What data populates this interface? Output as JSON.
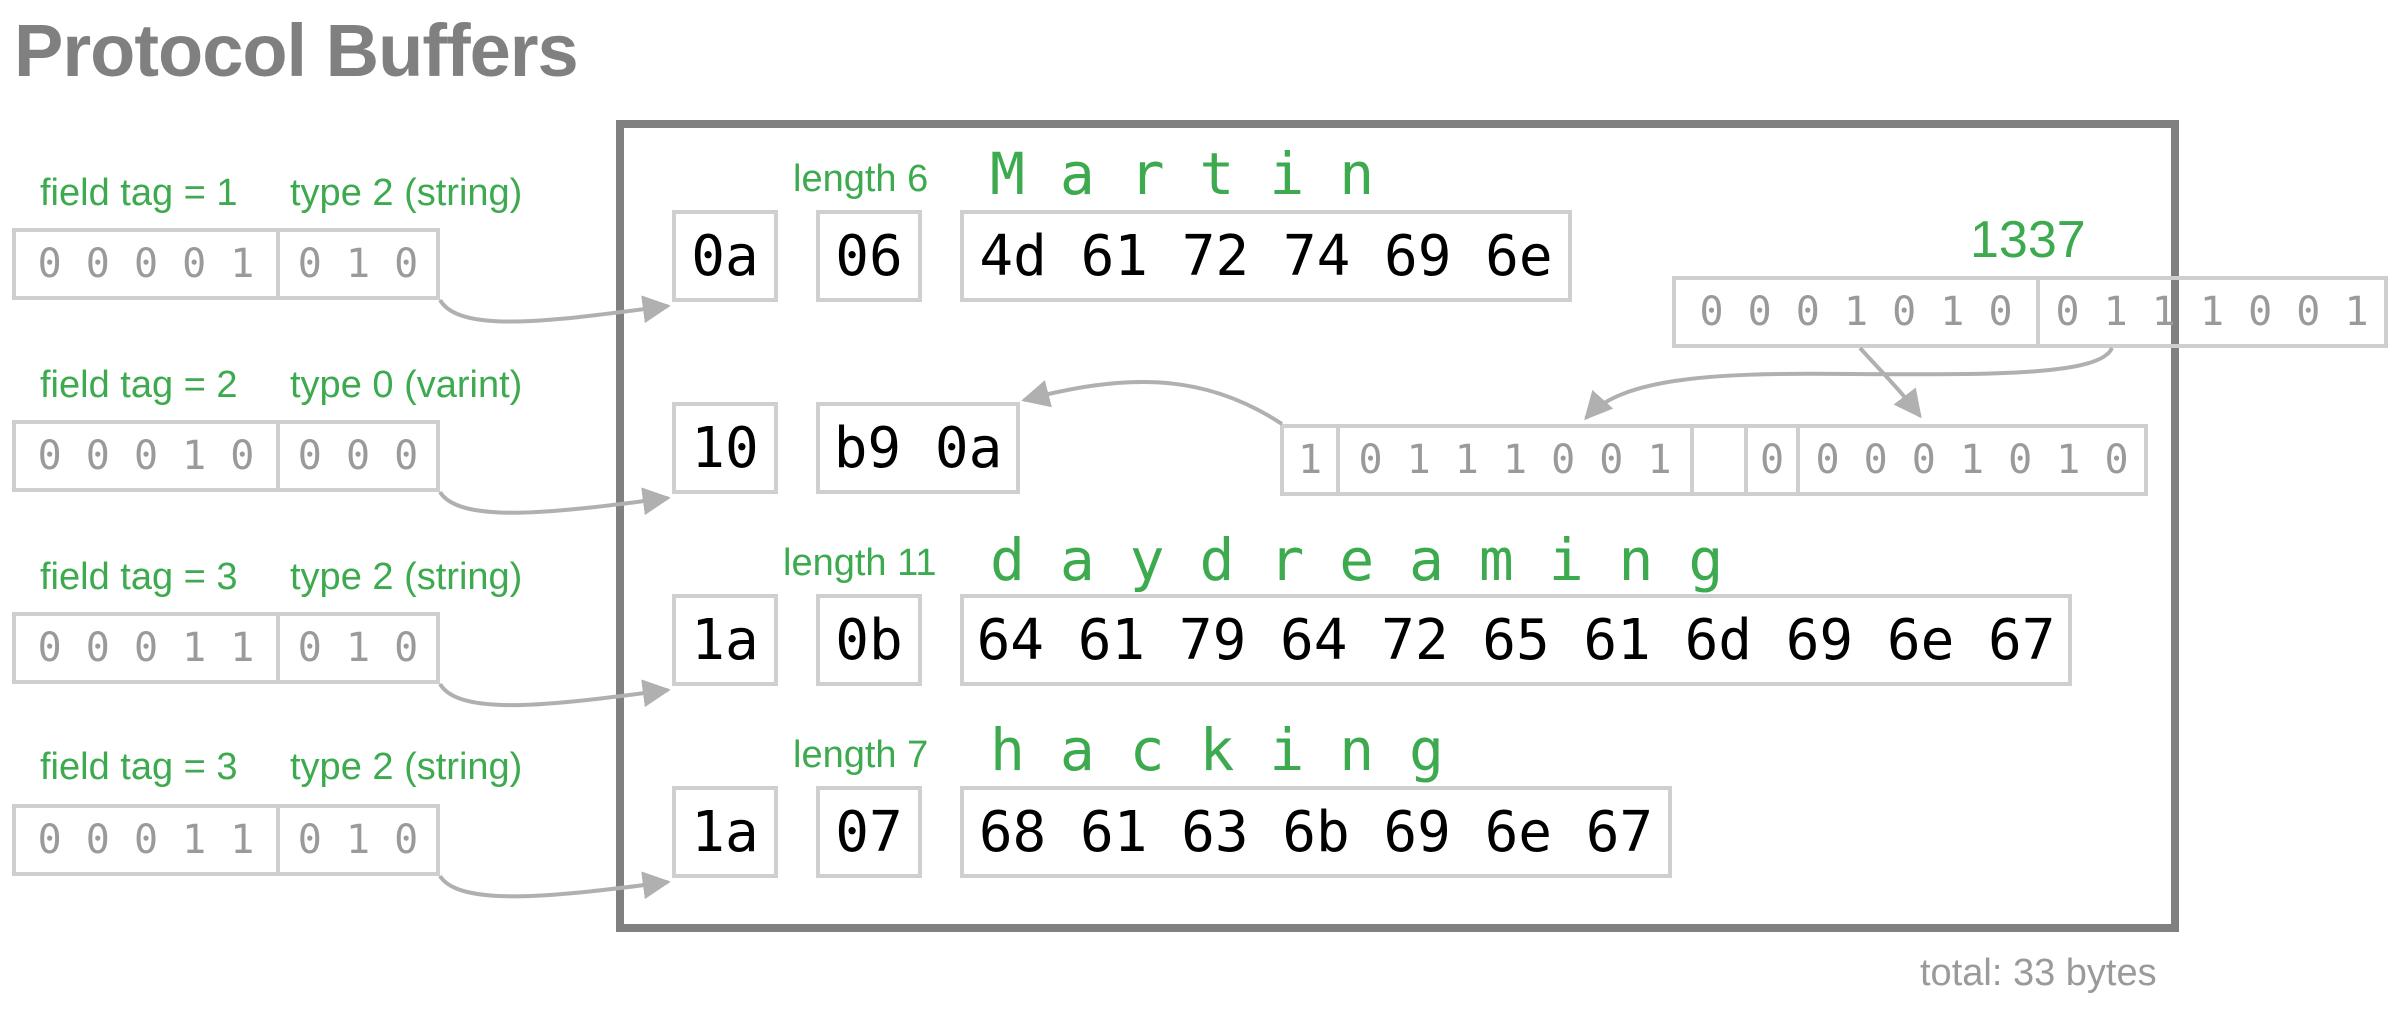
{
  "title": "Protocol Buffers",
  "fields": [
    {
      "tag_label": "field tag = 1",
      "type_label": "type 2 (string)",
      "tag_bits": "0 0 0 0 1",
      "type_bits": "0 1 0",
      "tag_byte": "0a",
      "length_label": "length 6",
      "length_byte": "06",
      "chars": "M a r t i n",
      "data_bytes": "4d 61 72 74 69 6e"
    },
    {
      "tag_label": "field tag = 2",
      "type_label": "type 0 (varint)",
      "tag_bits": "0 0 0 1 0",
      "type_bits": "0 0 0",
      "tag_byte": "10",
      "value_bytes": "b9 0a"
    },
    {
      "tag_label": "field tag = 3",
      "type_label": "type 2 (string)",
      "tag_bits": "0 0 0 1 1",
      "type_bits": "0 1 0",
      "tag_byte": "1a",
      "length_label": "length 11",
      "length_byte": "0b",
      "chars": "d a y d r e a m i n g",
      "data_bytes": "64 61 79 64 72 65 61 6d 69 6e 67"
    },
    {
      "tag_label": "field tag = 3",
      "type_label": "type 2 (string)",
      "tag_bits": "0 0 0 1 1",
      "type_bits": "0 1 0",
      "tag_byte": "1a",
      "length_label": "length 7",
      "length_byte": "07",
      "chars": "h a c k i n g",
      "data_bytes": "68 61 63 6b 69 6e 67"
    }
  ],
  "varint": {
    "value": "1337",
    "binary_high": "0 0 0 1 0 1 0",
    "binary_low": "0 1 1 1 0 0 1",
    "byte1_msb": "1",
    "byte1_bits": "0 1 1 1 0 0 1",
    "byte2_msb": "0",
    "byte2_bits": "0 0 0 1 0 1 0"
  },
  "total": "total: 33 bytes",
  "colors": {
    "title": "#808080",
    "label_green": "#3daa4f",
    "box_border": "#cfcfcf",
    "frame": "#808080",
    "arrow": "#b0b0b0"
  }
}
